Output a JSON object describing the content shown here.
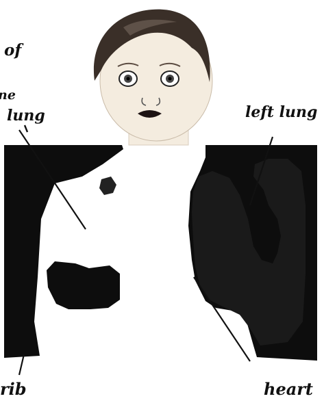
{
  "labels": {
    "of": "of",
    "ne_fragment": "ne",
    "lung_right": "lung",
    "left_lung": "left lung",
    "rib": "rib",
    "heart": "heart"
  },
  "colors": {
    "background": "#ffffff",
    "ink": "#111111",
    "skin": "#f4ecdf",
    "hair": "#3a2f28",
    "lips": "#1c1212"
  }
}
